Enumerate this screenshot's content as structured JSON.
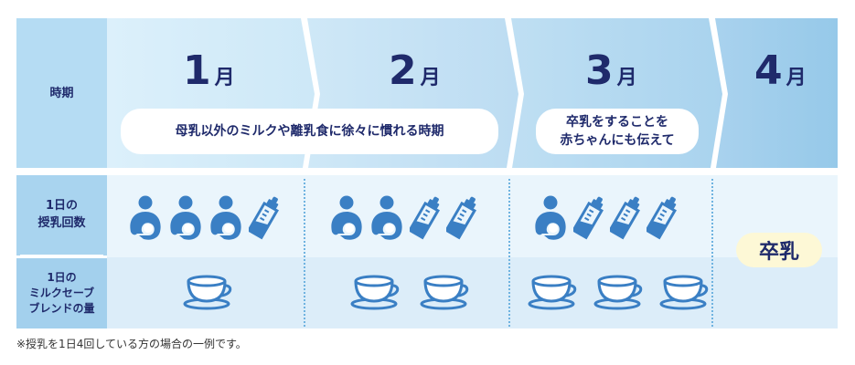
{
  "header": {
    "period_label": "時期"
  },
  "months": [
    {
      "number": "1",
      "unit": "月"
    },
    {
      "number": "2",
      "unit": "月"
    },
    {
      "number": "3",
      "unit": "月"
    },
    {
      "number": "4",
      "unit": "月"
    }
  ],
  "phases": {
    "early": "母乳以外のミルクや離乳食に徐々に慣れる時期",
    "late_line1": "卒乳をすることを",
    "late_line2": "赤ちゃんにも伝えて"
  },
  "rows": {
    "feeding_label_line1": "1日の",
    "feeding_label_line2": "授乳回数",
    "blend_label_line1": "1日の",
    "blend_label_line2": "ミルクセーブ",
    "blend_label_line3": "ブレンドの量"
  },
  "counts": [
    {
      "breastfeeding": 3,
      "bottle": 1,
      "cups": 1
    },
    {
      "breastfeeding": 2,
      "bottle": 2,
      "cups": 2
    },
    {
      "breastfeeding": 1,
      "bottle": 3,
      "cups": 3
    }
  ],
  "weaned_badge": "卒乳",
  "footnote": "※授乳を1日4回している方の場合の一例です。",
  "colors": {
    "icon": "#3a7fc4",
    "text": "#1f2a6b",
    "badge": "#fdf8d6"
  }
}
